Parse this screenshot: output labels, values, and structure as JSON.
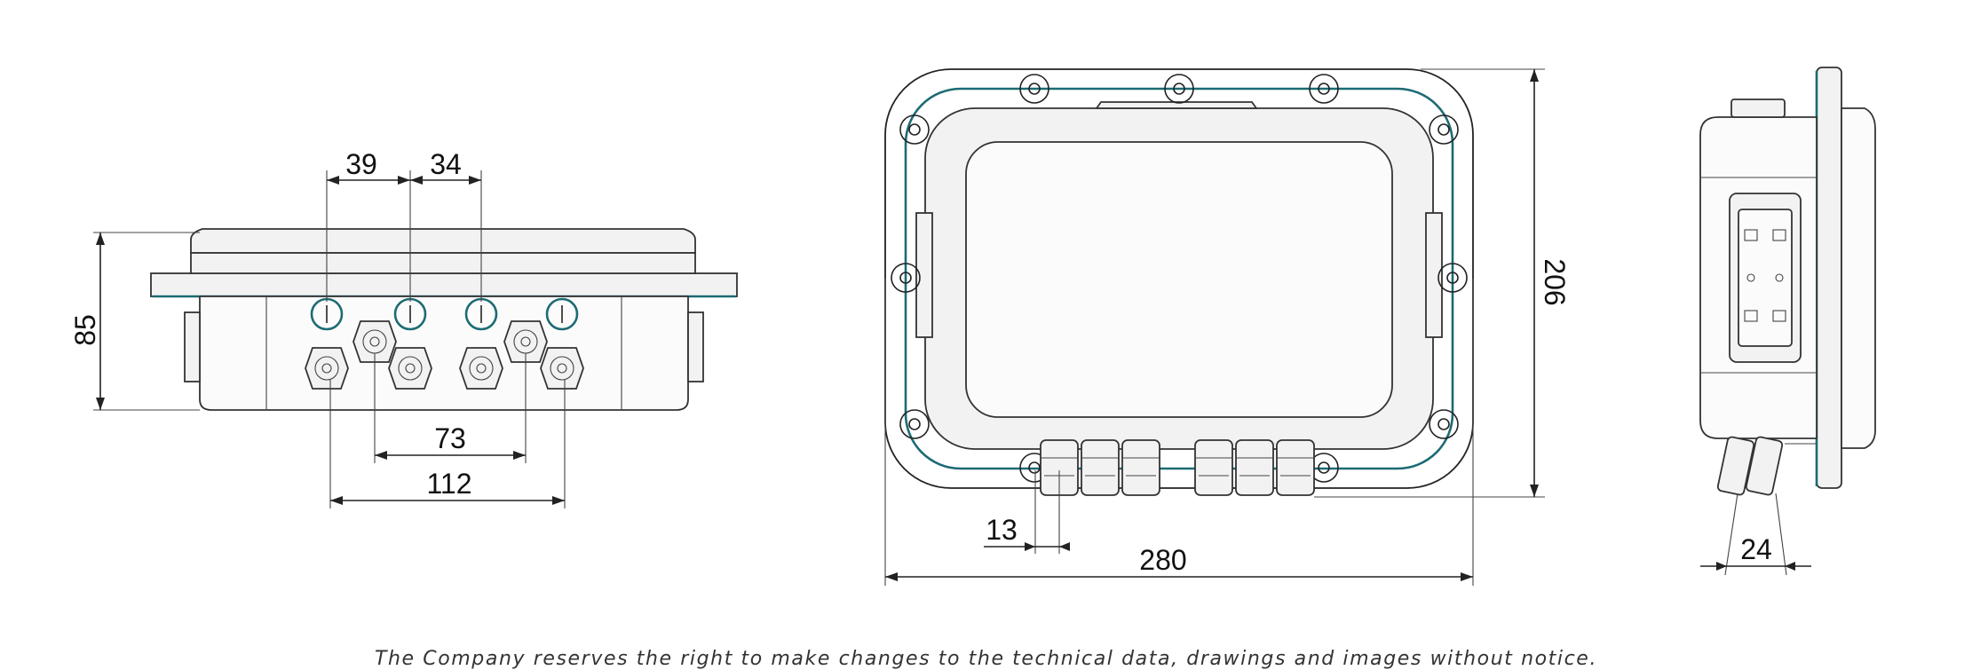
{
  "diagram": {
    "front_view": {
      "dim_height": "85",
      "dim_spacing_a": "39",
      "dim_spacing_b": "34",
      "dim_gland_span_a": "73",
      "dim_gland_span_b": "112"
    },
    "top_view": {
      "dim_width": "280",
      "dim_height": "206",
      "dim_gland_pitch": "13"
    },
    "side_view": {
      "dim_gland_depth": "24"
    },
    "colors": {
      "accent": "#1c6b73",
      "line": "#222222",
      "fill": "#f2f2f2"
    }
  },
  "footer": {
    "notice": "The Company reserves the right to make changes to the technical data, drawings and images without notice."
  }
}
